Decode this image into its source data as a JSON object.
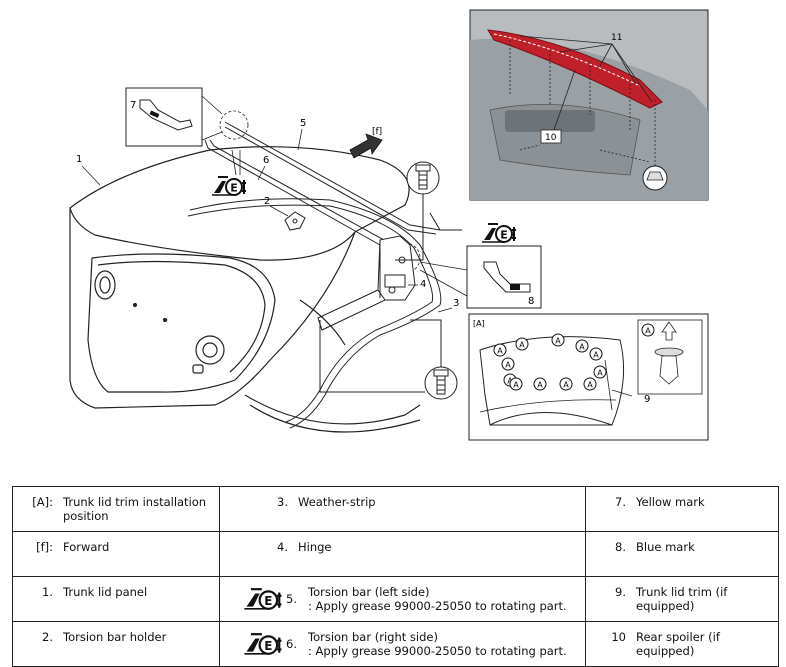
{
  "callouts": {
    "n1": "1",
    "n2": "2",
    "n3": "3",
    "n4": "4",
    "n5": "5",
    "n6": "6",
    "n7": "7",
    "n8": "8",
    "n9": "9",
    "n10": "10",
    "n11": "11",
    "detail_A": "[A]",
    "forward_f": "[f]",
    "clip_A": "A"
  },
  "legend": {
    "rows": [
      [
        {
          "num": "[A]:",
          "text": "Trunk lid trim installation position"
        },
        {
          "num": "3.",
          "text": "Weather-strip"
        },
        {
          "num": "7.",
          "text": "Yellow mark"
        }
      ],
      [
        {
          "num": "[f]:",
          "text": "Forward"
        },
        {
          "num": "4.",
          "text": "Hinge"
        },
        {
          "num": "8.",
          "text": "Blue mark"
        }
      ],
      [
        {
          "num": "1.",
          "text": "Trunk lid panel"
        },
        {
          "num": "5.",
          "text": "Torsion bar (left side)",
          "note": ": Apply grease 99000-25050 to rotating part.",
          "symbol": "grease-E"
        },
        {
          "num": "9.",
          "text": "Trunk lid trim (if equipped)"
        }
      ],
      [
        {
          "num": "2.",
          "text": "Torsion bar holder"
        },
        {
          "num": "6.",
          "text": "Torsion bar (right side)",
          "note": ": Apply grease 99000-25050 to rotating part.",
          "symbol": "grease-E"
        },
        {
          "num": "10",
          "text": "Rear spoiler (if equipped)"
        }
      ]
    ]
  },
  "colors": {
    "spoiler_red": "#c0202a",
    "line": "#222222",
    "photo_bg": "#b8bcbf"
  }
}
